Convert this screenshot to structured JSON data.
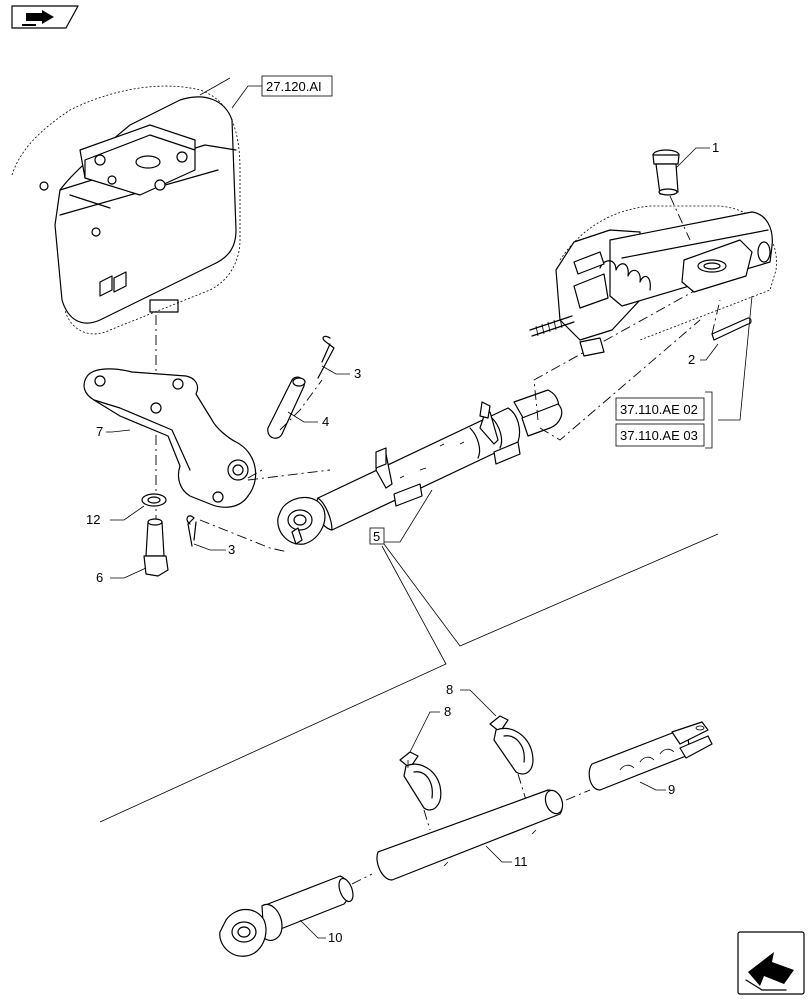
{
  "references": {
    "ref_27_120": "27.120.AI",
    "ref_37_110_02": "37.110.AE 02",
    "ref_37_110_03": "37.110.AE 03"
  },
  "callouts": {
    "c1": "1",
    "c2": "2",
    "c3a": "3",
    "c3b": "3",
    "c4": "4",
    "c5": "5",
    "c6": "6",
    "c7": "7",
    "c8a": "8",
    "c8b": "8",
    "c9": "9",
    "c10": "10",
    "c11": "11",
    "c12": "12"
  },
  "icons": {
    "top_left": "book-arrow-icon",
    "bottom_right": "next-page-arrow-icon"
  }
}
